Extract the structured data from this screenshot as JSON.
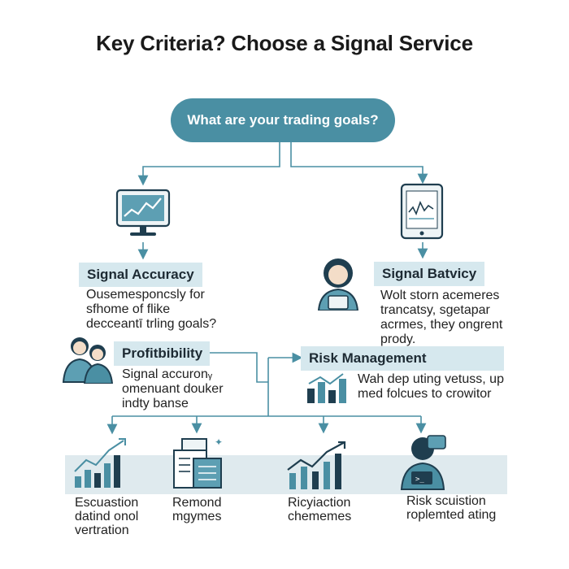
{
  "title": "Key Criteria? Choose a Signal Service",
  "root": {
    "label": "What are your trading goals?"
  },
  "nodes": {
    "signal_accuracy": {
      "label": "Signal Accuracy",
      "desc": [
        "Ousemesponcsly for",
        "sfhome of flike",
        "decceantī trling goals?"
      ],
      "icon": "monitor-chart-icon"
    },
    "signal_batvicy": {
      "label": "Signal Batvicy",
      "desc": [
        "Wolt storn acemeres",
        "trancatsy, sgetapar",
        "acrmes, they ongrent",
        "prody."
      ],
      "icon": "tablet-chart-icon"
    },
    "profitability": {
      "label": "Profitbibility",
      "desc": [
        "Signal accuronᵧ",
        "omenuant douker",
        "indty banse"
      ],
      "icon": "people-icon"
    },
    "risk_management": {
      "label": "Risk Management",
      "desc": [
        "Wah dep uting vetuss, up",
        "med folcues to crowitor"
      ],
      "icon": "bar-chart-icon"
    }
  },
  "bottom": [
    {
      "caption": [
        "Escuastion",
        "datind onol",
        "vertration"
      ],
      "icon": "growth-bars-icon"
    },
    {
      "caption": [
        "Remond",
        "mgymes"
      ],
      "icon": "documents-icon"
    },
    {
      "caption": [
        "Ricyiaction",
        "chememes"
      ],
      "icon": "trend-line-icon"
    },
    {
      "caption": [
        "Risk scuistion",
        "roplemted ating"
      ],
      "icon": "support-agent-icon"
    }
  ],
  "colors": {
    "accent": "#4a8fa3",
    "label_bg": "#d6e8ee",
    "dark": "#1f3e4f",
    "band": "#dfeaee"
  }
}
